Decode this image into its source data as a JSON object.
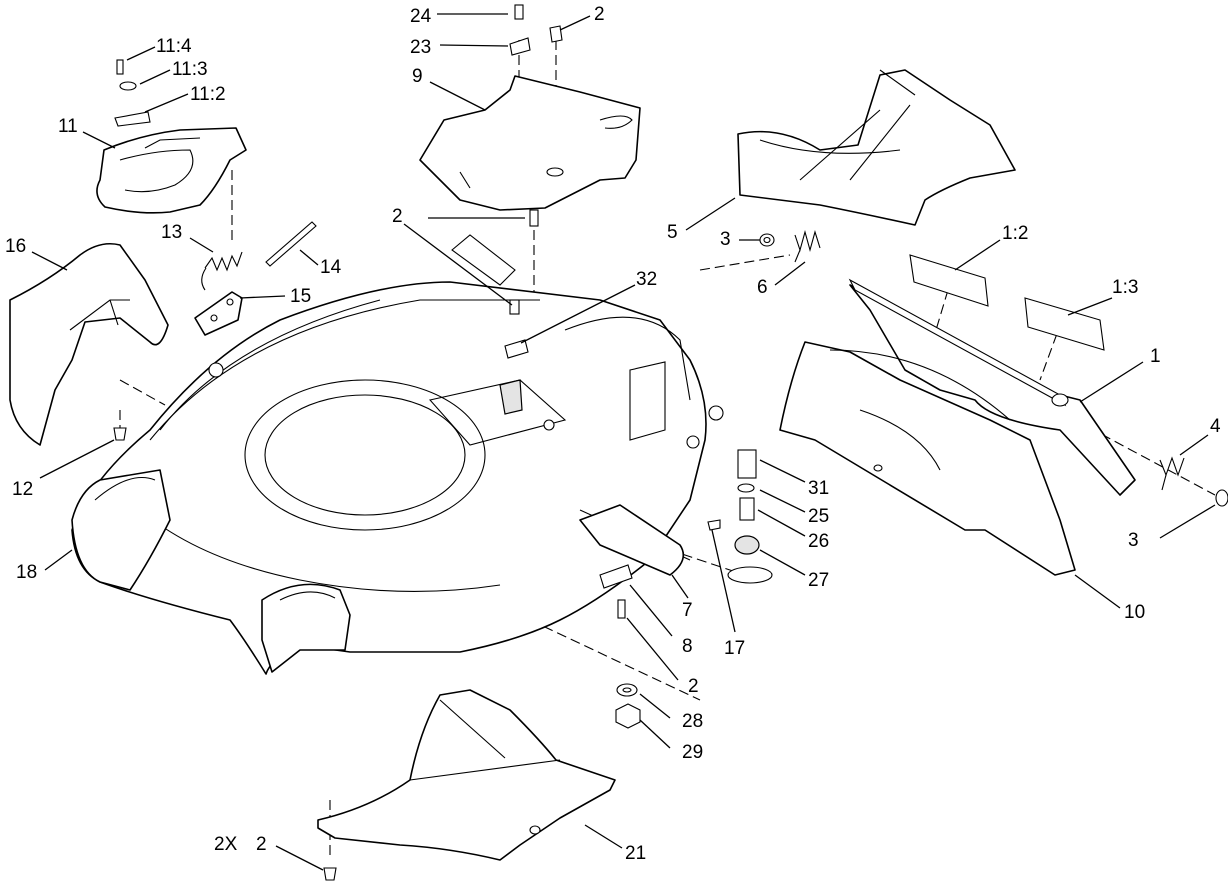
{
  "callouts": {
    "c24": "24",
    "c23": "23",
    "c2_top": "2",
    "c9": "9",
    "c11_4": "11:4",
    "c11_3": "11:3",
    "c11_2": "11:2",
    "c11": "11",
    "c16": "16",
    "c13": "13",
    "c14": "14",
    "c15": "15",
    "c2_mid": "2",
    "c32": "32",
    "c5": "5",
    "c3_left": "3",
    "c6": "6",
    "c1_2": "1:2",
    "c1_3": "1:3",
    "c1": "1",
    "c4": "4",
    "c3_right": "3",
    "c12": "12",
    "c31": "31",
    "c25": "25",
    "c26": "26",
    "c27": "27",
    "c10": "10",
    "c18": "18",
    "c7": "7",
    "c8": "8",
    "c17": "17",
    "c2_low": "2",
    "c28": "28",
    "c29": "29",
    "c2x": "2X",
    "c2_bottom": "2",
    "c21": "21"
  }
}
